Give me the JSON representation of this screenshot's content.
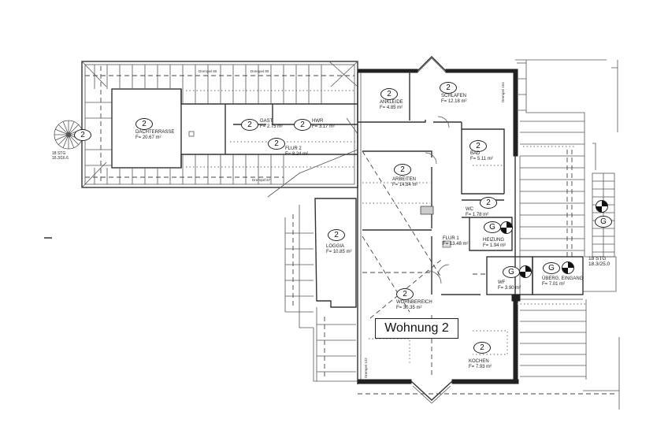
{
  "plan": {
    "title": "Wohnung 2",
    "unit_marker": "2",
    "common_marker": "G"
  },
  "rooms": [
    {
      "id": "dachterrasse",
      "name": "DACHTERRASSE",
      "area": "F= 20.67 m²",
      "unit": "2"
    },
    {
      "id": "gast",
      "name": "GAST",
      "area": "F= 2.75 m²",
      "unit": "2"
    },
    {
      "id": "hwr",
      "name": "HWR",
      "area": "F= 3.17 m²",
      "unit": "2"
    },
    {
      "id": "flur2",
      "name": "FLUR 2",
      "area": "F= 8.24 m²",
      "unit": "2"
    },
    {
      "id": "ankleide",
      "name": "ANKLEIDE",
      "area": "F= 4.85 m²",
      "unit": "2"
    },
    {
      "id": "schlafen",
      "name": "SCHLAFEN",
      "area": "F= 12.18 m²",
      "unit": "2"
    },
    {
      "id": "bad",
      "name": "BAD",
      "area": "F= 5.11 m²",
      "unit": "2"
    },
    {
      "id": "arbeiten",
      "name": "ARBEITEN",
      "area": "F= 14.84 m²",
      "unit": "2"
    },
    {
      "id": "wc",
      "name": "WC",
      "area": "F= 1.78 m²",
      "unit": "2"
    },
    {
      "id": "heizung",
      "name": "HEIZUNG",
      "area": "F= 1.94 m²",
      "unit": "G"
    },
    {
      "id": "flur1",
      "name": "FLUR 1",
      "area": "F= 13.48 m²",
      "unit": ""
    },
    {
      "id": "loggia",
      "name": "LOGGIA",
      "area": "F= 10.85 m²",
      "unit": "2"
    },
    {
      "id": "wf",
      "name": "WF",
      "area": "F= 3.90 m²",
      "unit": "G"
    },
    {
      "id": "uebergang",
      "name": "ÜBERG. EINGANG",
      "area": "F= 7.01 m²",
      "unit": "G"
    },
    {
      "id": "wohnbereich",
      "name": "WOHNBEREICH",
      "area": "F= 30.35 m²",
      "unit": "2"
    },
    {
      "id": "kochen",
      "name": "KOCHEN",
      "area": "F= 7.93 m²",
      "unit": "2"
    }
  ],
  "stairs": [
    {
      "id": "spiral",
      "label": "18 STG",
      "dims": "16.3/16.6",
      "unit": "2"
    },
    {
      "id": "main",
      "label": "18 STG",
      "dims": "18.3/25.0",
      "unit": "G"
    }
  ],
  "annotations": {
    "drempel_90_a": "Drempel 90",
    "drempel_90_b": "Drempel 90",
    "drempel_67": "Drempel 67",
    "drempel_154": "Drempel 154",
    "drempel_122": "Drempel 122"
  }
}
